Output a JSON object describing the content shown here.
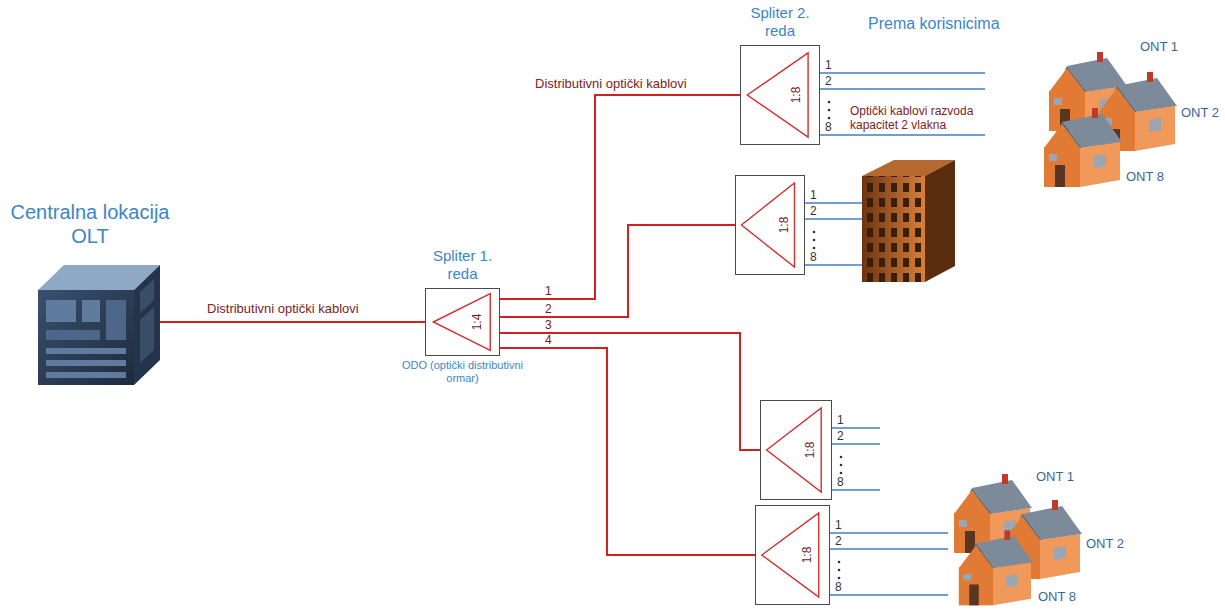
{
  "diagram": {
    "nodes": [
      {
        "text": [
          "Centralna lokacija OLT"
        ]
      },
      {
        "text": [
          "Spliter 1. reda",
          "1:4",
          "ODO (optički distributivni ormar)"
        ]
      },
      {
        "text": [
          "Spliter 2. reda",
          "1:8"
        ]
      },
      {
        "text": [
          "1:8"
        ]
      },
      {
        "text": [
          "1:8"
        ]
      },
      {
        "text": [
          "1:8"
        ]
      }
    ],
    "edges": [
      {
        "from": 0,
        "to": 1,
        "arrow": "none",
        "label": "Distributivni optički kablovi"
      },
      {
        "from": 1,
        "to": 2,
        "arrow": "none",
        "label": "Distributivni optički kablovi"
      },
      {
        "from": 1,
        "to": 3,
        "arrow": "none"
      },
      {
        "from": 1,
        "to": 4,
        "arrow": "none"
      },
      {
        "from": 1,
        "to": 5,
        "arrow": "none"
      }
    ],
    "labels": [
      "1",
      "2",
      "3",
      "4",
      "Prema korisnicima",
      "1",
      "2",
      "8",
      "Optički kablovi razvoda kapacitet 2 vlakna",
      "ONT 1",
      "ONT 2",
      "ONT 8",
      "1",
      "2",
      "8",
      "1",
      "2",
      "8",
      "1",
      "2",
      "8",
      "ONT 1",
      "ONT 2",
      "ONT 8"
    ]
  }
}
